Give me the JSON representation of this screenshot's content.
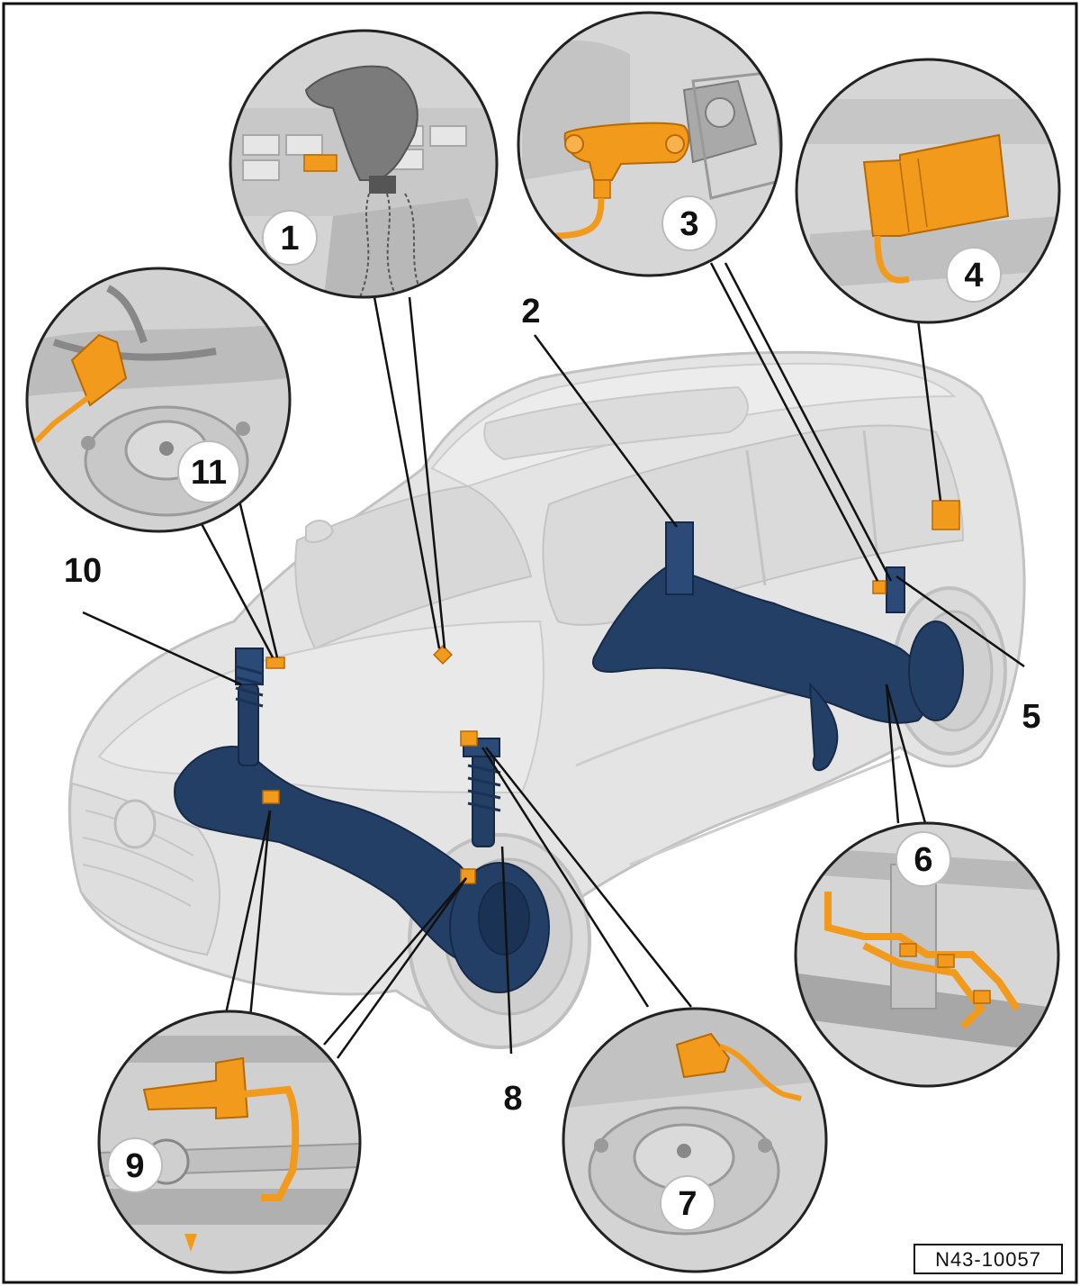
{
  "figure_ref": "N43-10057",
  "colors": {
    "background": "#ffffff",
    "car_body": "#e4e4e4",
    "car_outline": "#c6c6c6",
    "axle": "#233f66",
    "component": "#f29a1b",
    "detail_bg": "#d2d2d2",
    "detail_part": "#9a9a9a",
    "leader": "#111111"
  },
  "callouts": [
    {
      "id": "c1",
      "label": "1"
    },
    {
      "id": "c2",
      "label": "2"
    },
    {
      "id": "c3",
      "label": "3"
    },
    {
      "id": "c4",
      "label": "4"
    },
    {
      "id": "c5",
      "label": "5"
    },
    {
      "id": "c6",
      "label": "6"
    },
    {
      "id": "c7",
      "label": "7"
    },
    {
      "id": "c8",
      "label": "8"
    },
    {
      "id": "c9",
      "label": "9"
    },
    {
      "id": "c10",
      "label": "10"
    },
    {
      "id": "c11",
      "label": "11"
    }
  ]
}
